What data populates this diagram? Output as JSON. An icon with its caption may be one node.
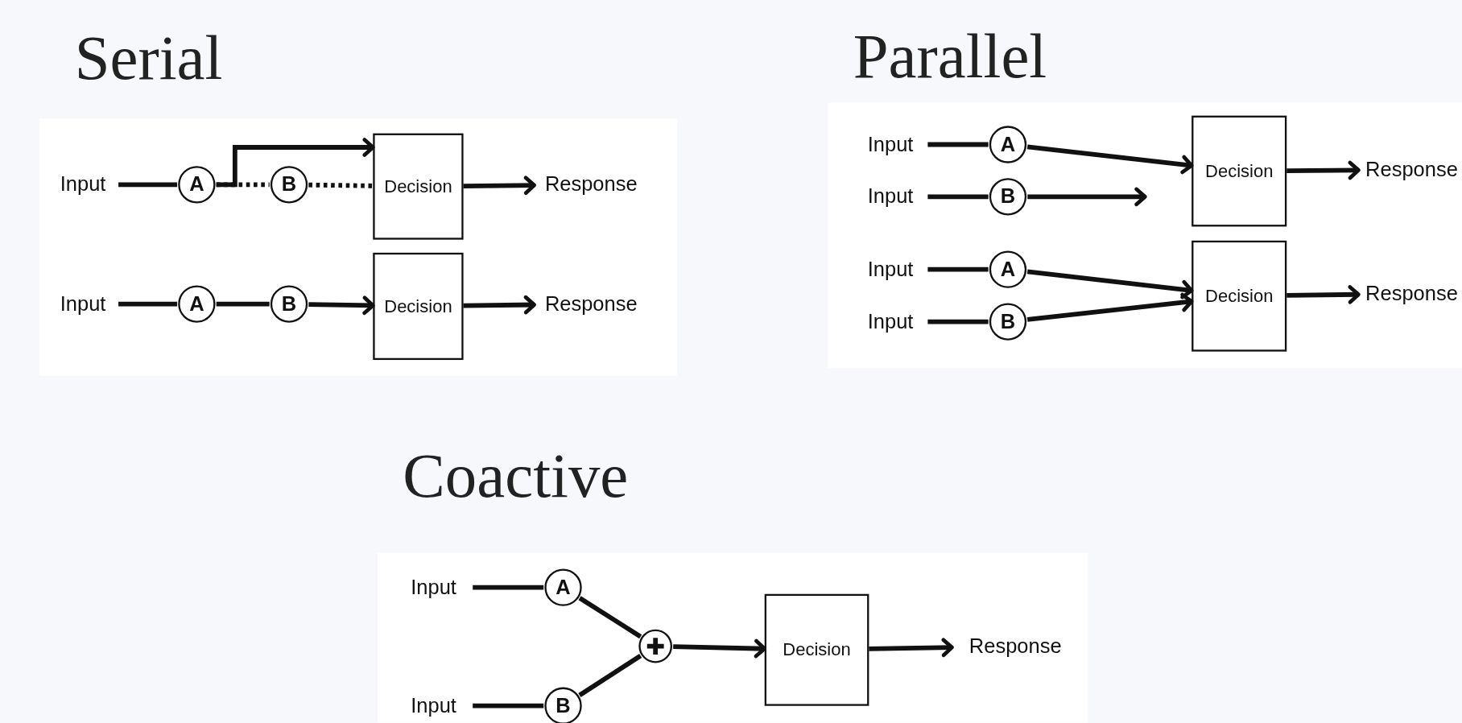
{
  "diagram": {
    "nodes": [
      {
        "text": [
          "Serial"
        ]
      },
      {
        "text": [
          "Input"
        ],
        "in": 0
      },
      {
        "text": [
          "A"
        ],
        "in": 0
      },
      {
        "text": [
          "B"
        ],
        "in": 0
      },
      {
        "text": [
          "Decision"
        ],
        "in": 0
      },
      {
        "text": [
          "Response"
        ],
        "in": 0
      },
      {
        "text": [
          "Input"
        ],
        "in": 0
      },
      {
        "text": [
          "A"
        ],
        "in": 0
      },
      {
        "text": [
          "B"
        ],
        "in": 0
      },
      {
        "text": [
          "Decision"
        ],
        "in": 0
      },
      {
        "text": [
          "Response"
        ],
        "in": 0
      },
      {
        "text": [
          "Parallel"
        ]
      },
      {
        "text": [
          "Input"
        ],
        "in": 11
      },
      {
        "text": [
          "A"
        ],
        "in": 11
      },
      {
        "text": [
          "Input"
        ],
        "in": 11
      },
      {
        "text": [
          "B"
        ],
        "in": 11
      },
      {
        "text": [
          "Decision"
        ],
        "in": 11
      },
      {
        "text": [
          "Response"
        ],
        "in": 11
      },
      {
        "text": [
          "Input"
        ],
        "in": 11
      },
      {
        "text": [
          "A"
        ],
        "in": 11
      },
      {
        "text": [
          "Input"
        ],
        "in": 11
      },
      {
        "text": [
          "B"
        ],
        "in": 11
      },
      {
        "text": [
          "Decision"
        ],
        "in": 11
      },
      {
        "text": [
          "Response"
        ],
        "in": 11
      },
      {
        "text": [
          "Coactive"
        ]
      },
      {
        "text": [
          "Input"
        ],
        "in": 24
      },
      {
        "text": [
          "A"
        ],
        "in": 24
      },
      {
        "text": [
          "Input"
        ],
        "in": 24
      },
      {
        "text": [
          "B"
        ],
        "in": 24
      },
      {
        "text": [],
        "shape": "circle",
        "in": 24
      },
      {
        "text": [
          "Decision"
        ],
        "in": 24
      },
      {
        "text": [
          "Response"
        ],
        "in": 24
      }
    ],
    "edges": [
      {
        "from": 1,
        "to": 2,
        "arrow": "none"
      },
      {
        "from": 2,
        "to": 4,
        "arrow": "to"
      },
      {
        "from": 2,
        "to": 3,
        "arrow": "none",
        "style": "dashed"
      },
      {
        "from": 3,
        "to": 4,
        "arrow": "none",
        "style": "dashed"
      },
      {
        "from": 4,
        "to": 5,
        "arrow": "to"
      },
      {
        "from": 6,
        "to": 7,
        "arrow": "none"
      },
      {
        "from": 7,
        "to": 8,
        "arrow": "none"
      },
      {
        "from": 8,
        "to": 9,
        "arrow": "to"
      },
      {
        "from": 9,
        "to": 10,
        "arrow": "to"
      },
      {
        "from": 12,
        "to": 13,
        "arrow": "none"
      },
      {
        "from": 13,
        "to": 16,
        "arrow": "to"
      },
      {
        "from": 14,
        "to": 15,
        "arrow": "none"
      },
      {
        "from": 15,
        "to": null,
        "arrow": "to"
      },
      {
        "from": 16,
        "to": 17,
        "arrow": "to"
      },
      {
        "from": 18,
        "to": 19,
        "arrow": "none"
      },
      {
        "from": 19,
        "to": 22,
        "arrow": "to"
      },
      {
        "from": 20,
        "to": 21,
        "arrow": "none"
      },
      {
        "from": 21,
        "to": 22,
        "arrow": "to"
      },
      {
        "from": 22,
        "to": 23,
        "arrow": "to"
      },
      {
        "from": 25,
        "to": 26,
        "arrow": "none"
      },
      {
        "from": 27,
        "to": 28,
        "arrow": "none"
      },
      {
        "from": 26,
        "to": 29,
        "arrow": "none"
      },
      {
        "from": 28,
        "to": 29,
        "arrow": "none"
      },
      {
        "from": 29,
        "to": 30,
        "arrow": "to"
      },
      {
        "from": 30,
        "to": 31,
        "arrow": "to"
      }
    ]
  }
}
